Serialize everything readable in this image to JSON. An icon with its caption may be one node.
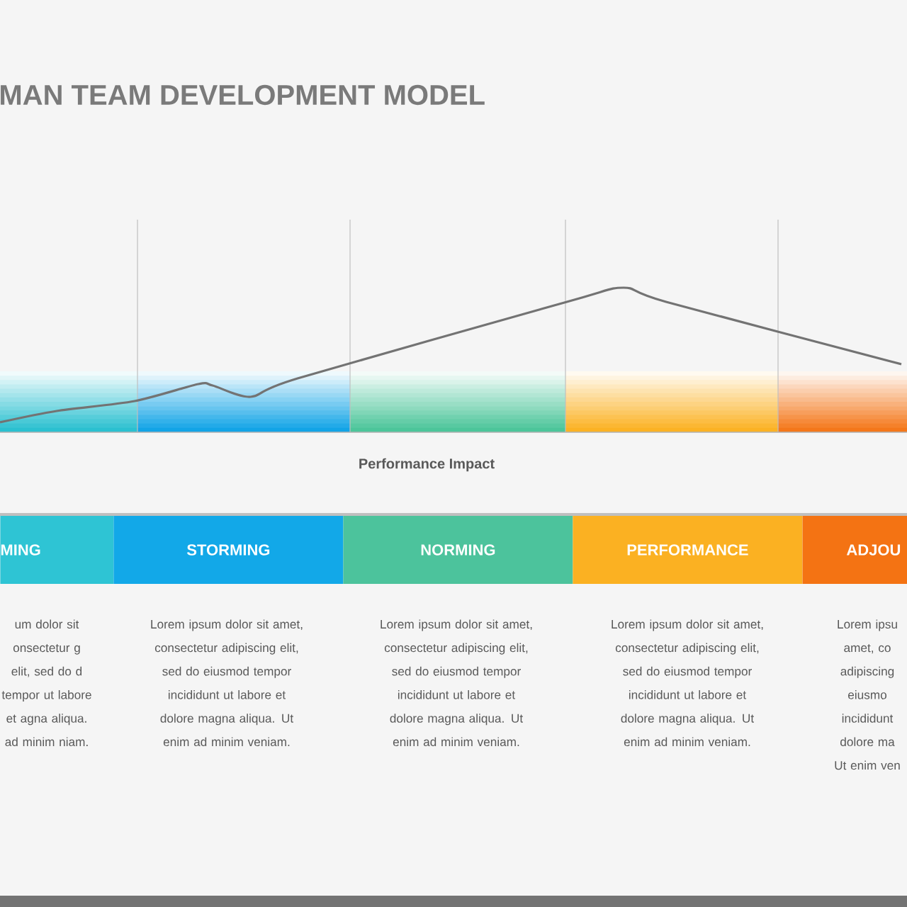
{
  "diagram": {
    "title": "MAN TEAM DEVELOPMENT MODEL",
    "nodes": [
      {
        "text": [
          "MING"
        ],
        "beside": [
          "um dolor sit onsectetur g elit, sed do d tempor ut labore et agna aliqua. ad minim niam."
        ]
      },
      {
        "text": [
          "STORMING"
        ],
        "beside": [
          "Lorem ipsum dolor sit amet, consectetur adipiscing elit, sed do eiusmod tempor incididunt ut labore et dolore magna aliqua. Ut enim ad minim veniam."
        ]
      },
      {
        "text": [
          "NORMING"
        ],
        "beside": [
          "Lorem ipsum dolor sit amet, consectetur adipiscing elit, sed do eiusmod tempor incididunt ut labore et dolore magna aliqua. Ut enim ad minim veniam."
        ]
      },
      {
        "text": [
          "PERFORMANCE"
        ],
        "beside": [
          "Lorem ipsum dolor sit amet, consectetur adipiscing elit, sed do eiusmod tempor incididunt ut labore et dolore magna aliqua. Ut enim ad minim veniam."
        ]
      },
      {
        "text": [
          "ADJOU"
        ],
        "beside": [
          "Lorem ipsu amet, co adipiscing eiusmo incididunt dolore ma Ut enim ven"
        ]
      }
    ],
    "labels": [
      "Performance Impact"
    ]
  }
}
